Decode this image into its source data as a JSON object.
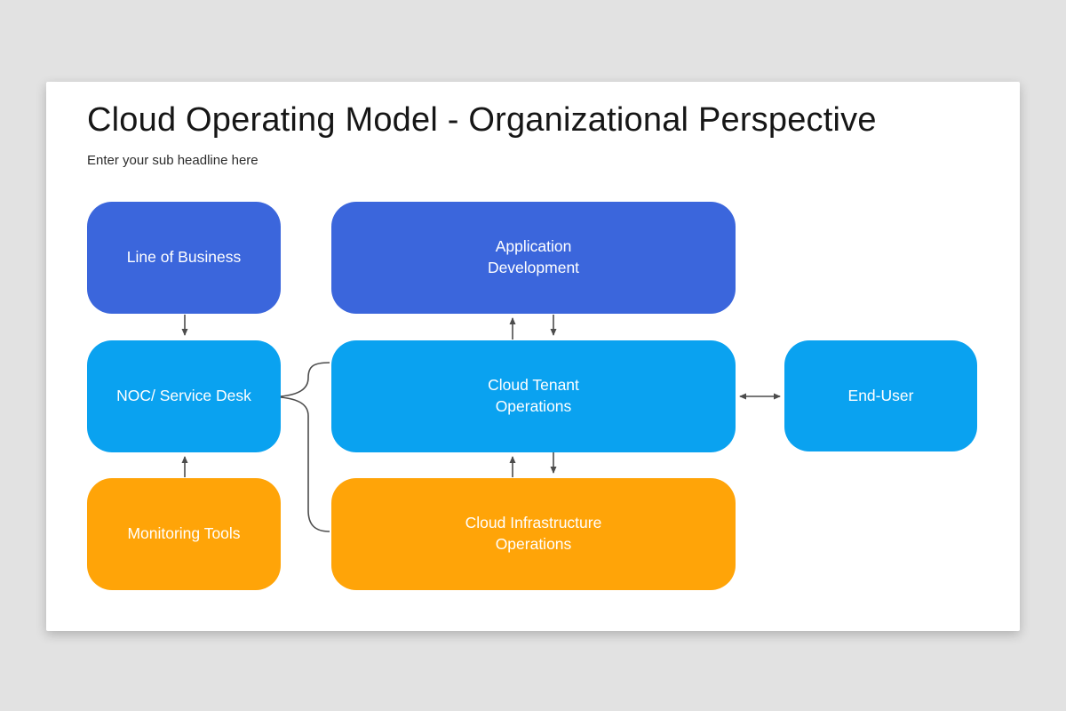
{
  "header": {
    "title": "Cloud Operating Model - Organizational Perspective",
    "subtitle": "Enter your sub headline here"
  },
  "colors": {
    "page_background": "#e2e2e2",
    "card_background": "#ffffff",
    "primary_blue": "#3b66dc",
    "light_blue": "#0aa2f0",
    "orange": "#ffa408",
    "connector": "#4c4c4c",
    "title_text": "#161616",
    "node_text": "#ffffff"
  },
  "diagram": {
    "nodes": {
      "line_of_business": {
        "label": "Line of Business",
        "color": "primary_blue"
      },
      "application_development": {
        "label": "Application\nDevelopment",
        "color": "primary_blue"
      },
      "noc_service_desk": {
        "label": "NOC/ Service Desk",
        "color": "light_blue"
      },
      "cloud_tenant_operations": {
        "label": "Cloud Tenant\nOperations",
        "color": "light_blue"
      },
      "end_user": {
        "label": "End-User",
        "color": "light_blue"
      },
      "monitoring_tools": {
        "label": "Monitoring Tools",
        "color": "orange"
      },
      "cloud_infrastructure_operations": {
        "label": "Cloud Infrastructure\nOperations",
        "color": "orange"
      }
    },
    "connectors": [
      {
        "from": "line_of_business",
        "to": "noc_service_desk",
        "type": "arrow-down"
      },
      {
        "from": "monitoring_tools",
        "to": "noc_service_desk",
        "type": "arrow-up"
      },
      {
        "from": "cloud_tenant_operations",
        "to": "application_development",
        "type": "arrow-up"
      },
      {
        "from": "application_development",
        "to": "cloud_tenant_operations",
        "type": "arrow-down"
      },
      {
        "from": "cloud_infrastructure_operations",
        "to": "cloud_tenant_operations",
        "type": "arrow-up"
      },
      {
        "from": "cloud_tenant_operations",
        "to": "cloud_infrastructure_operations",
        "type": "arrow-down"
      },
      {
        "from": "cloud_tenant_operations",
        "to": "end_user",
        "type": "double-arrow"
      },
      {
        "from": "noc_service_desk",
        "to": "cloud_tenant_operations",
        "type": "curve"
      },
      {
        "from": "noc_service_desk",
        "to": "cloud_infrastructure_operations",
        "type": "curve"
      }
    ]
  }
}
